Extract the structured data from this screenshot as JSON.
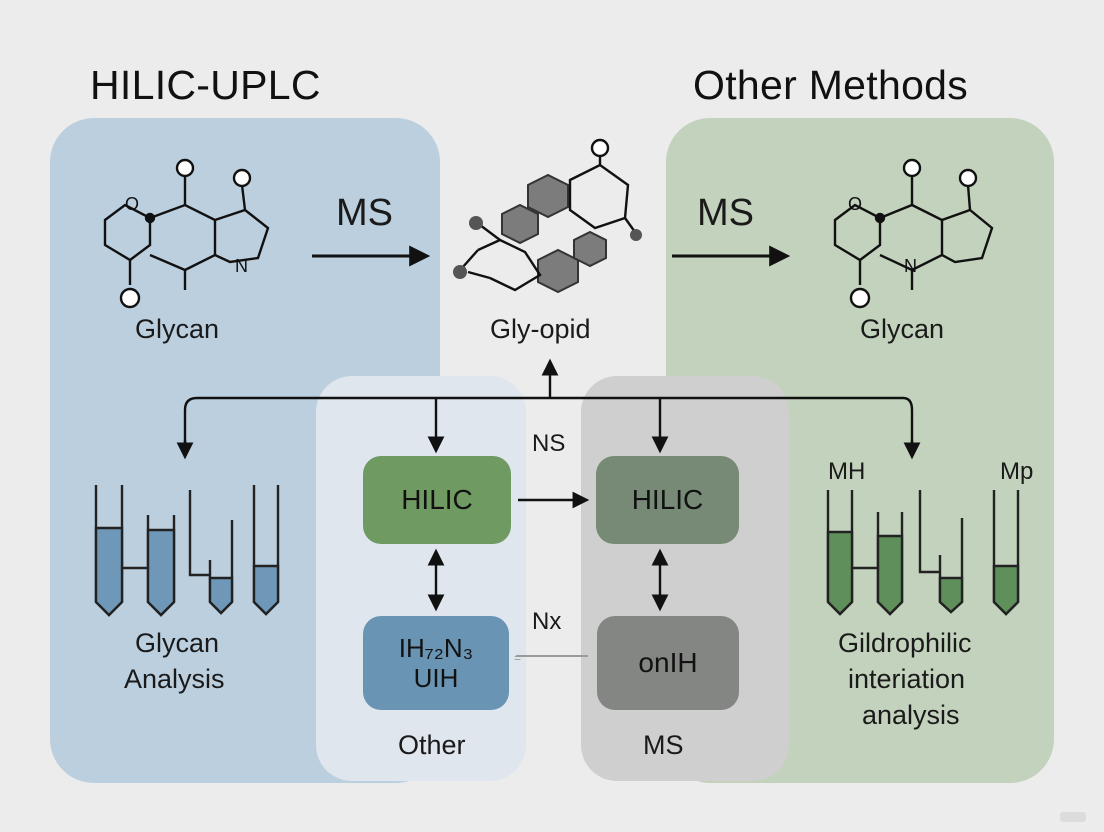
{
  "titles": {
    "left": "HILIC-UPLC",
    "right": "Other Methods"
  },
  "top_row": {
    "left_molecule_label": "Glycan",
    "left_arrow_label": "MS",
    "center_molecule_label": "Gly-opid",
    "right_arrow_label": "MS",
    "right_molecule_label": "Glycan"
  },
  "mid_row": {
    "ns_label": "NS",
    "nx_label": "Nx",
    "node_hilic_green": "HILIC",
    "node_hilic_gray": "HILIC",
    "node_blue_line1": "IH₇₂N₃",
    "node_blue_line2": "UIH",
    "node_gray2": "onIH",
    "col_left_caption": "Other",
    "col_right_caption": "MS"
  },
  "left_analysis": {
    "line1": "Glycan",
    "line2": "Analysis"
  },
  "right_analysis": {
    "tag_left": "MH",
    "tag_right": "Mp",
    "line1": "Gildrophilic",
    "line2": "interiation",
    "line3": "analysis"
  },
  "colors": {
    "panel_left": "#bccfdf",
    "panel_right": "#c2d2bc",
    "tube_blue": "#6f98b8",
    "tube_green": "#5f8f5a",
    "hex_gray": "#7c7c7c"
  },
  "icons": [
    "molecule-icon",
    "test-tube-icon",
    "arrow-icon"
  ]
}
